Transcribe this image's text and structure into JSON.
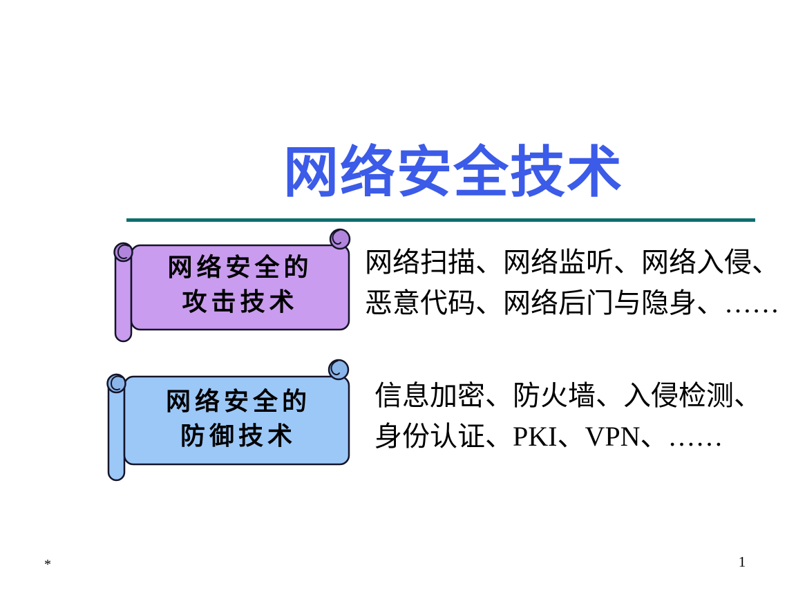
{
  "slide": {
    "title": "网络安全技术",
    "footnote": "*",
    "page_number": "1"
  },
  "banners": [
    {
      "id": "attack",
      "label_line1": "网络安全的",
      "label_line2": "攻击技术",
      "desc_line1": "网络扫描、网络监听、网络入侵、",
      "desc_line2": "恶意代码、网络后门与隐身、……",
      "fill": "#C99CEF",
      "shade": "#B285DC"
    },
    {
      "id": "defense",
      "label_line1": "网络安全的",
      "label_line2": "防御技术",
      "desc_line1": "信息加密、防火墙、入侵检测、",
      "desc_line2": "身份认证、PKI、VPN、……",
      "fill": "#9CC8F8",
      "shade": "#8AB6EA"
    }
  ],
  "colors": {
    "title_text": "#3B5BE8",
    "underline": "#0E6E6E",
    "body_text": "#000000",
    "scroll_outline": "#141428",
    "background": "#FFFFFF"
  }
}
